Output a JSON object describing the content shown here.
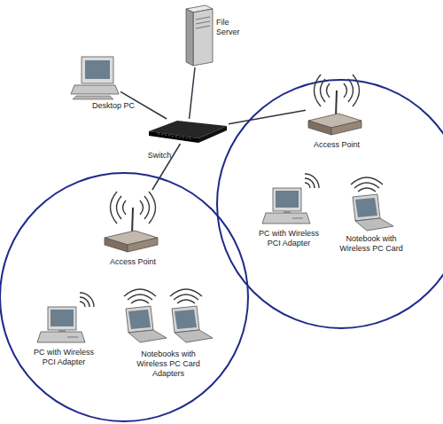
{
  "diagram": {
    "nodes": [
      {
        "text": [
          "File Server"
        ]
      },
      {
        "text": [
          "Desktop PC"
        ]
      },
      {
        "text": [
          "Switch"
        ]
      },
      {
        "text": [
          "Access Point"
        ]
      },
      {
        "text": [
          "PC with Wireless PCI Adapter"
        ]
      },
      {
        "text": [
          "Notebook with Wireless PC Card"
        ]
      },
      {
        "text": [
          "Access Point"
        ]
      },
      {
        "text": [
          "PC with Wireless PCI Adapter"
        ]
      },
      {
        "text": [
          "Notebooks with Wireless PC Card Adapters"
        ]
      }
    ],
    "edges": [
      {
        "from": 2,
        "to": 0,
        "arrow": "none"
      },
      {
        "from": 2,
        "to": 1,
        "arrow": "none"
      },
      {
        "from": 2,
        "to": 3,
        "arrow": "none"
      },
      {
        "from": 2,
        "to": 6,
        "arrow": "none"
      }
    ]
  }
}
